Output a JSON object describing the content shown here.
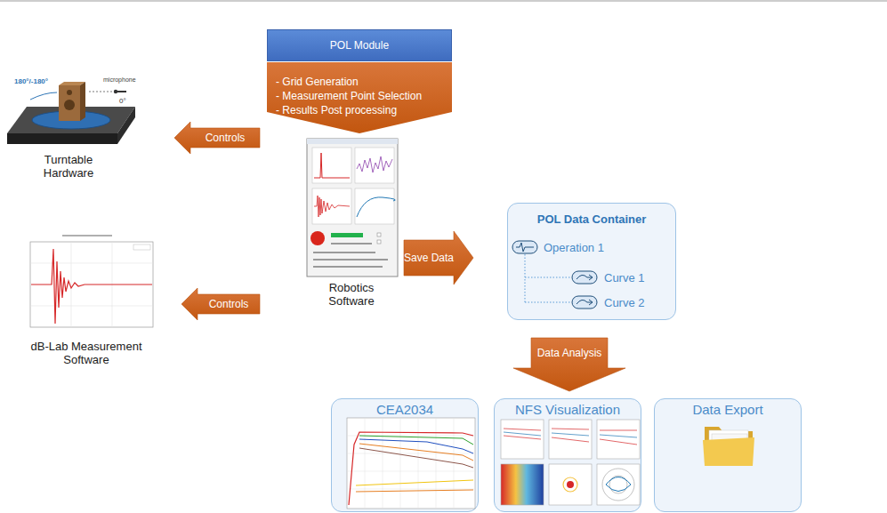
{
  "diagram": {
    "nodes": [
      {
        "text": [
          "POL Module"
        ]
      },
      {
        "text": [
          "- Grid Generation",
          "- Measurement Point Selection",
          "- Results Post processing"
        ]
      },
      {
        "text": [
          "Turntable Hardware"
        ]
      },
      {
        "text": [
          "Robotics Software"
        ]
      },
      {
        "text": [
          "dB-Lab Measurement Software"
        ]
      },
      {
        "text": [
          "POL Data Container",
          "Operation 1",
          "Curve 1",
          "Curve 2"
        ]
      },
      {
        "text": [
          "CEA2034"
        ]
      },
      {
        "text": [
          "NFS Visualization"
        ]
      },
      {
        "text": [
          "Data Export"
        ]
      }
    ],
    "edges": [
      {
        "from": 3,
        "to": 2,
        "arrow": "to",
        "label": "Controls"
      },
      {
        "from": 3,
        "to": 4,
        "arrow": "to",
        "label": "Controls"
      },
      {
        "from": 3,
        "to": 5,
        "arrow": "to",
        "label": "Save Data"
      },
      {
        "from": 5,
        "to": 7,
        "arrow": "to",
        "label": "Data Analysis"
      }
    ],
    "labels": [
      "180°/-180°",
      "microphone",
      "0°"
    ]
  }
}
